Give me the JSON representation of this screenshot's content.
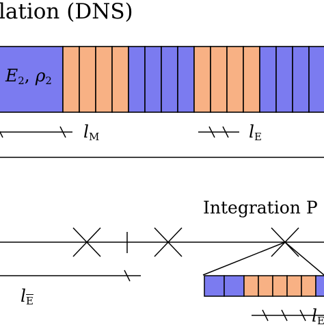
{
  "titles": {
    "simulation": "lation (DNS)",
    "integration": "Integration P"
  },
  "material_label": {
    "E": "E",
    "E_sub": "2",
    "sep": ", ",
    "rho": "ρ",
    "rho_sub": "2"
  },
  "lengths": {
    "l_M": {
      "symbol": "l",
      "subscript": "M"
    },
    "l_E": {
      "symbol": "l",
      "subscript": "E"
    },
    "l_E_bar": {
      "symbol": "l",
      "subscript": "E"
    },
    "l_E_partial": {
      "symbol": "l",
      "subscript": "E"
    }
  },
  "colors": {
    "phase_blue": "#7b7bf0",
    "phase_orange": "#f8b184",
    "stroke": "#000000"
  }
}
